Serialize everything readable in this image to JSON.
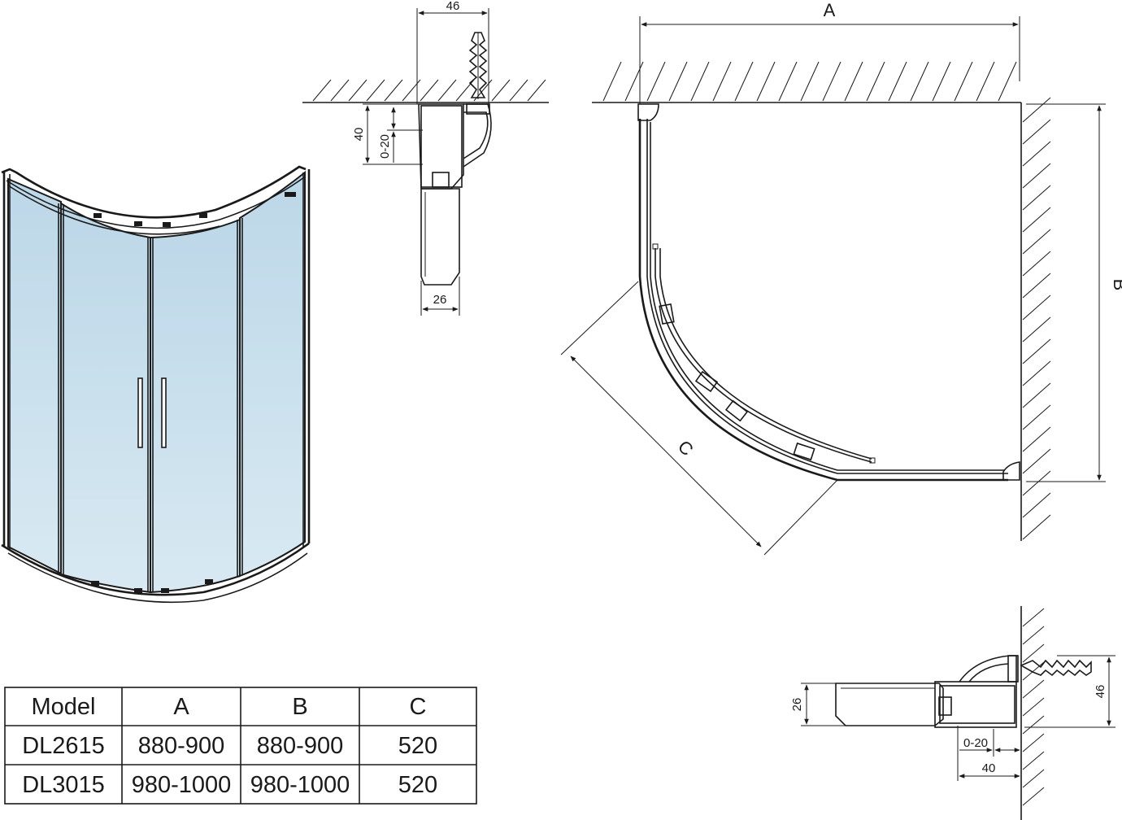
{
  "dimensions": {
    "top_width": "46",
    "top_offset_total": "40",
    "top_offset_adjust": "0-20",
    "top_profile_width": "26",
    "plan_a": "A",
    "plan_b": "B",
    "plan_c": "C",
    "side_offset_adjust": "0-20",
    "side_offset_total": "40",
    "side_profile_width": "26",
    "side_height": "46"
  },
  "table": {
    "headers": [
      "Model",
      "A",
      "B",
      "C"
    ],
    "rows": [
      [
        "DL2615",
        "880-900",
        "880-900",
        "520"
      ],
      [
        "DL3015",
        "980-1000",
        "980-1000",
        "520"
      ]
    ]
  },
  "colors": {
    "glass": "#cfe3ee",
    "line": "#1a1a1a"
  }
}
